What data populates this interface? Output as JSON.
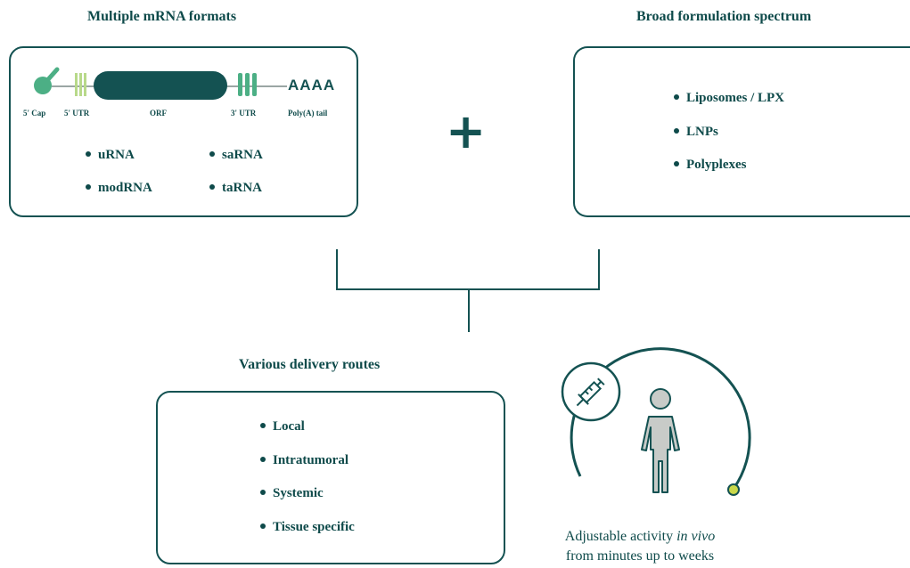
{
  "mrna": {
    "title": "Multiple mRNA formats",
    "segments": {
      "cap": "5' Cap",
      "utr5": "5' UTR",
      "orf": "ORF",
      "utr3": "3' UTR",
      "polya": "Poly(A) tail"
    },
    "polya_text": "AAAA",
    "items": [
      "uRNA",
      "saRNA",
      "modRNA",
      "taRNA"
    ]
  },
  "plus_symbol": "+",
  "formulation": {
    "title": "Broad formulation spectrum",
    "items": [
      "Liposomes / LPX",
      "LNPs",
      "Polyplexes"
    ]
  },
  "delivery": {
    "title": "Various delivery routes",
    "items": [
      "Local",
      "Intratumoral",
      "Systemic",
      "Tissue specific"
    ]
  },
  "activity": {
    "caption_prefix": "Adjustable activity ",
    "caption_italic": "in vivo",
    "caption_line2": "from minutes up to weeks"
  },
  "colors": {
    "dark_teal": "#0e4a4a",
    "mid_green": "#4caf85",
    "light_green": "#b8d98a",
    "person_fill": "#c8cbc8",
    "dot_fill": "#c9d84a"
  },
  "icons": [
    "syringe-icon",
    "person-icon"
  ]
}
